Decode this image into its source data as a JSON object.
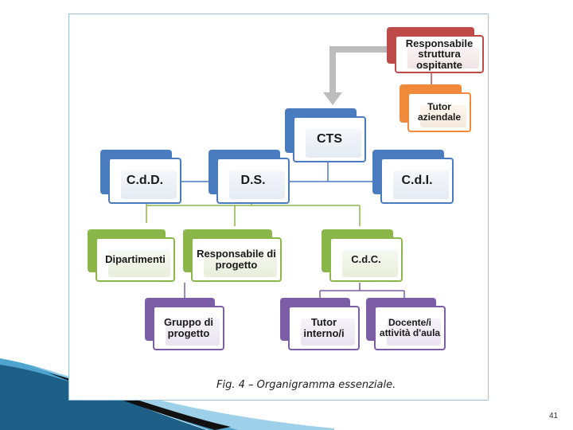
{
  "nodes": {
    "responsabile_struttura": "Responsabile struttura ospitante",
    "tutor_aziendale": "Tutor aziendale",
    "cts": "CTS",
    "cdd": "C.d.D.",
    "ds": "D.S.",
    "cdi": "C.d.I.",
    "dipartimenti": "Dipartimenti",
    "responsabile_progetto": "Responsabile di progetto",
    "cdc": "C.d.C.",
    "gruppo_progetto": "Gruppo di progetto",
    "tutor_interno": "Tutor interno/i",
    "docente_attivita": "Docente/i attività d'aula"
  },
  "caption": "Fig. 4 – Organigramma essenziale.",
  "page_number": "41",
  "colors": {
    "blue": "#4a7bbf",
    "green": "#8ab64a",
    "purple": "#7b5ea6",
    "red": "#bf4a4a",
    "orange": "#f08a3a",
    "frame": "#9fc3d8"
  }
}
